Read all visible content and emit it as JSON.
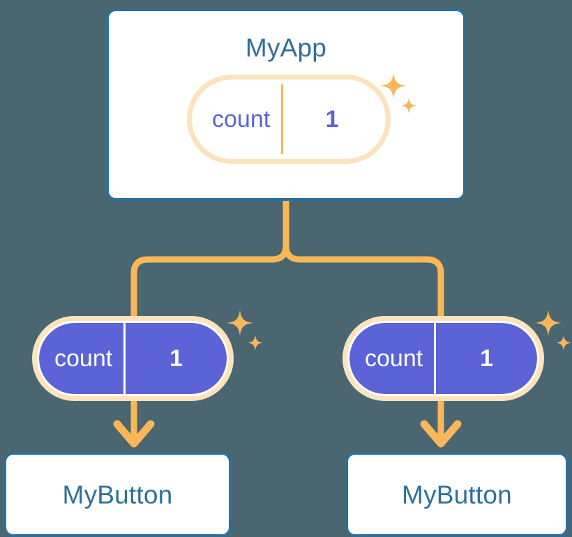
{
  "diagram": {
    "title": "MyApp component tree with shared count state",
    "background_color": "#4a6670",
    "accent_colors": {
      "box_border": "#2e7099",
      "box_text": "#2e7099",
      "connector": "#f9b75a",
      "pill_ring": "#f9b75a",
      "pill_halo": "#fde3bd",
      "state_purple": "#5b63d6",
      "sparkle": "#f9b75a",
      "surface": "#ffffff"
    }
  },
  "app": {
    "label": "MyApp",
    "state_pill": {
      "key": "count",
      "value": "1",
      "style": "light"
    },
    "sparkle": "sparkle-icon"
  },
  "children": [
    {
      "state_pill": {
        "key": "count",
        "value": "1",
        "style": "filled"
      },
      "sparkle": "sparkle-icon",
      "button": {
        "label": "MyButton"
      }
    },
    {
      "state_pill": {
        "key": "count",
        "value": "1",
        "style": "filled"
      },
      "sparkle": "sparkle-icon",
      "button": {
        "label": "MyButton"
      }
    }
  ]
}
